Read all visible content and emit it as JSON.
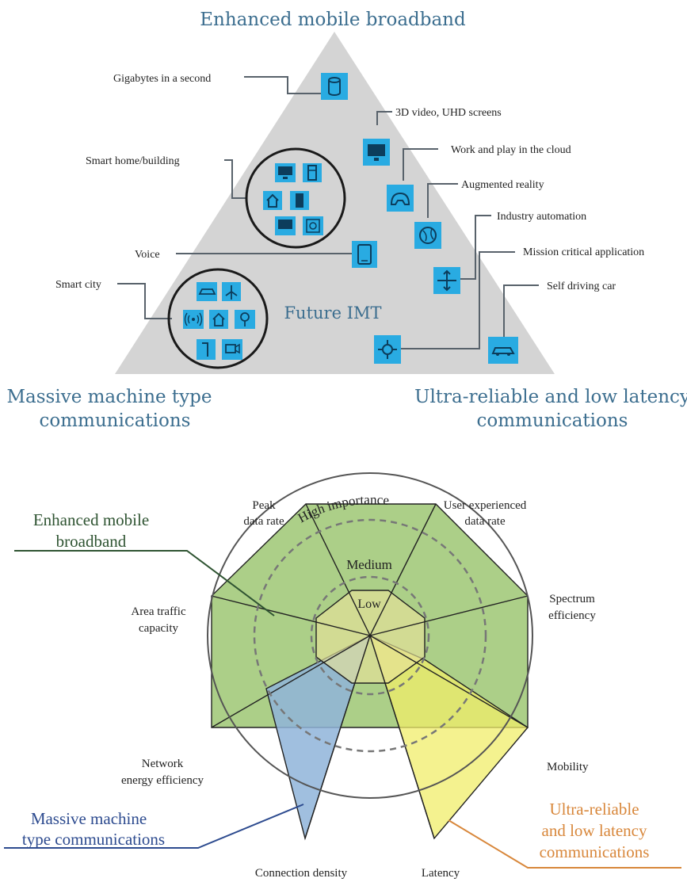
{
  "triangle": {
    "top_label": "Enhanced mobile broadband",
    "left_label_line1": "Massive machine type",
    "left_label_line2": "communications",
    "right_label_line1": "Ultra-reliable and low latency",
    "right_label_line2": "communications",
    "center_label": "Future IMT",
    "callouts": {
      "gigabytes": "Gigabytes in a second",
      "video3d": "3D video, UHD screens",
      "smart_home": "Smart home/building",
      "work_play": "Work and play in the cloud",
      "ar": "Augmented reality",
      "industry": "Industry automation",
      "mission": "Mission critical application",
      "voice": "Voice",
      "self_driving": "Self driving car",
      "smart_city": "Smart city"
    },
    "colors": {
      "triangle": "#d4d4d4",
      "icon": "#29abe2",
      "icon_dark": "#0c3d5c",
      "callout_line": "#58626b"
    }
  },
  "radar": {
    "ring_labels": {
      "high": "High importance",
      "medium": "Medium",
      "low": "Low"
    },
    "axes": {
      "peak_line1": "Peak",
      "peak_line2": "data rate",
      "user_line1": "User experienced",
      "user_line2": "data rate",
      "spectrum_line1": "Spectrum",
      "spectrum_line2": "efficiency",
      "area_line1": "Area traffic",
      "area_line2": "capacity",
      "mobility": "Mobility",
      "network_line1": "Network",
      "network_line2": "energy efficiency",
      "connection": "Connection density",
      "latency": "Latency"
    },
    "legend": {
      "embb_line1": "Enhanced mobile",
      "embb_line2": "broadband",
      "mmtc_line1": "Massive machine",
      "mmtc_line2": "type communications",
      "urllc_line1": "Ultra-reliable",
      "urllc_line2": "and low latency",
      "urllc_line3": "communications"
    },
    "colors": {
      "embb": "#8cbd5a",
      "mmtc": "#8fb4d9",
      "urllc": "#f0ee6a",
      "low_area": "#e6e29a",
      "embb_text": "#2f5432",
      "mmtc_text": "#2d4b8f",
      "urllc_text": "#d8873b"
    }
  }
}
